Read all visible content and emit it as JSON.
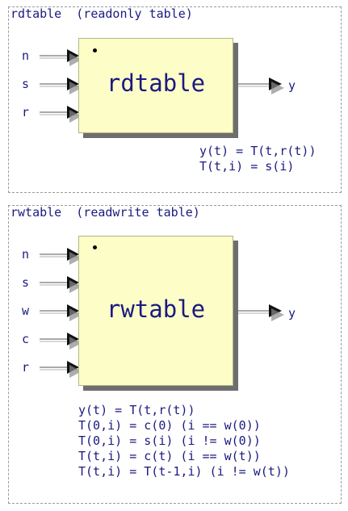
{
  "rdtable": {
    "title": "rdtable  (readonly table)",
    "block_label": "rdtable",
    "inputs": [
      "n",
      "s",
      "r"
    ],
    "output": "y",
    "equations": [
      "y(t) = T(t,r(t))",
      "T(t,i) = s(i)"
    ]
  },
  "rwtable": {
    "title": "rwtable  (readwrite table)",
    "block_label": "rwtable",
    "inputs": [
      "n",
      "s",
      "w",
      "c",
      "r"
    ],
    "output": "y",
    "equations": [
      "y(t) = T(t,r(t))",
      "T(0,i) = c(0) (i == w(0))",
      "T(0,i) = s(i) (i != w(0))",
      "T(t,i) = c(t) (i == w(t))",
      "T(t,i) = T(t-1,i) (i != w(t))"
    ]
  },
  "colors": {
    "text": "#1a1a80",
    "block_fill": "#fdfdc8",
    "shadow": "#6e6e6e",
    "border": "#9a9a9a"
  }
}
